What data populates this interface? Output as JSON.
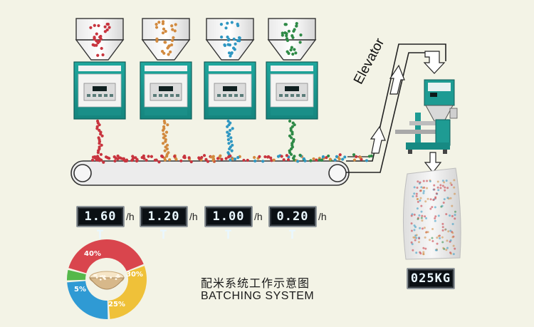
{
  "diagram": {
    "title_cn": "配米系统工作示意图",
    "title_en": "BATCHING SYSTEM",
    "elevator_label": "Elevator",
    "feeders": [
      {
        "flow": "1.60 T",
        "unit": "/h",
        "color": "#c8343e"
      },
      {
        "flow": "1.20 T",
        "unit": "/h",
        "color": "#d28a3f"
      },
      {
        "flow": "1.00 T",
        "unit": "/h",
        "color": "#2f97c2"
      },
      {
        "flow": "0.20 T",
        "unit": "/h",
        "color": "#2f8a47"
      }
    ],
    "bag_weight": "025KG",
    "ratio": [
      {
        "label": "40%",
        "value": 40,
        "color": "#d9454d"
      },
      {
        "label": "30%",
        "value": 30,
        "color": "#efc139"
      },
      {
        "label": "25%",
        "value": 25,
        "color": "#2f9ad4"
      },
      {
        "label": "5%",
        "value": 5,
        "color": "#55b84a"
      }
    ],
    "colors": {
      "machine_teal": "#1e9b93",
      "belt": "#e6e6e6",
      "arrow": "#ffffff"
    }
  }
}
